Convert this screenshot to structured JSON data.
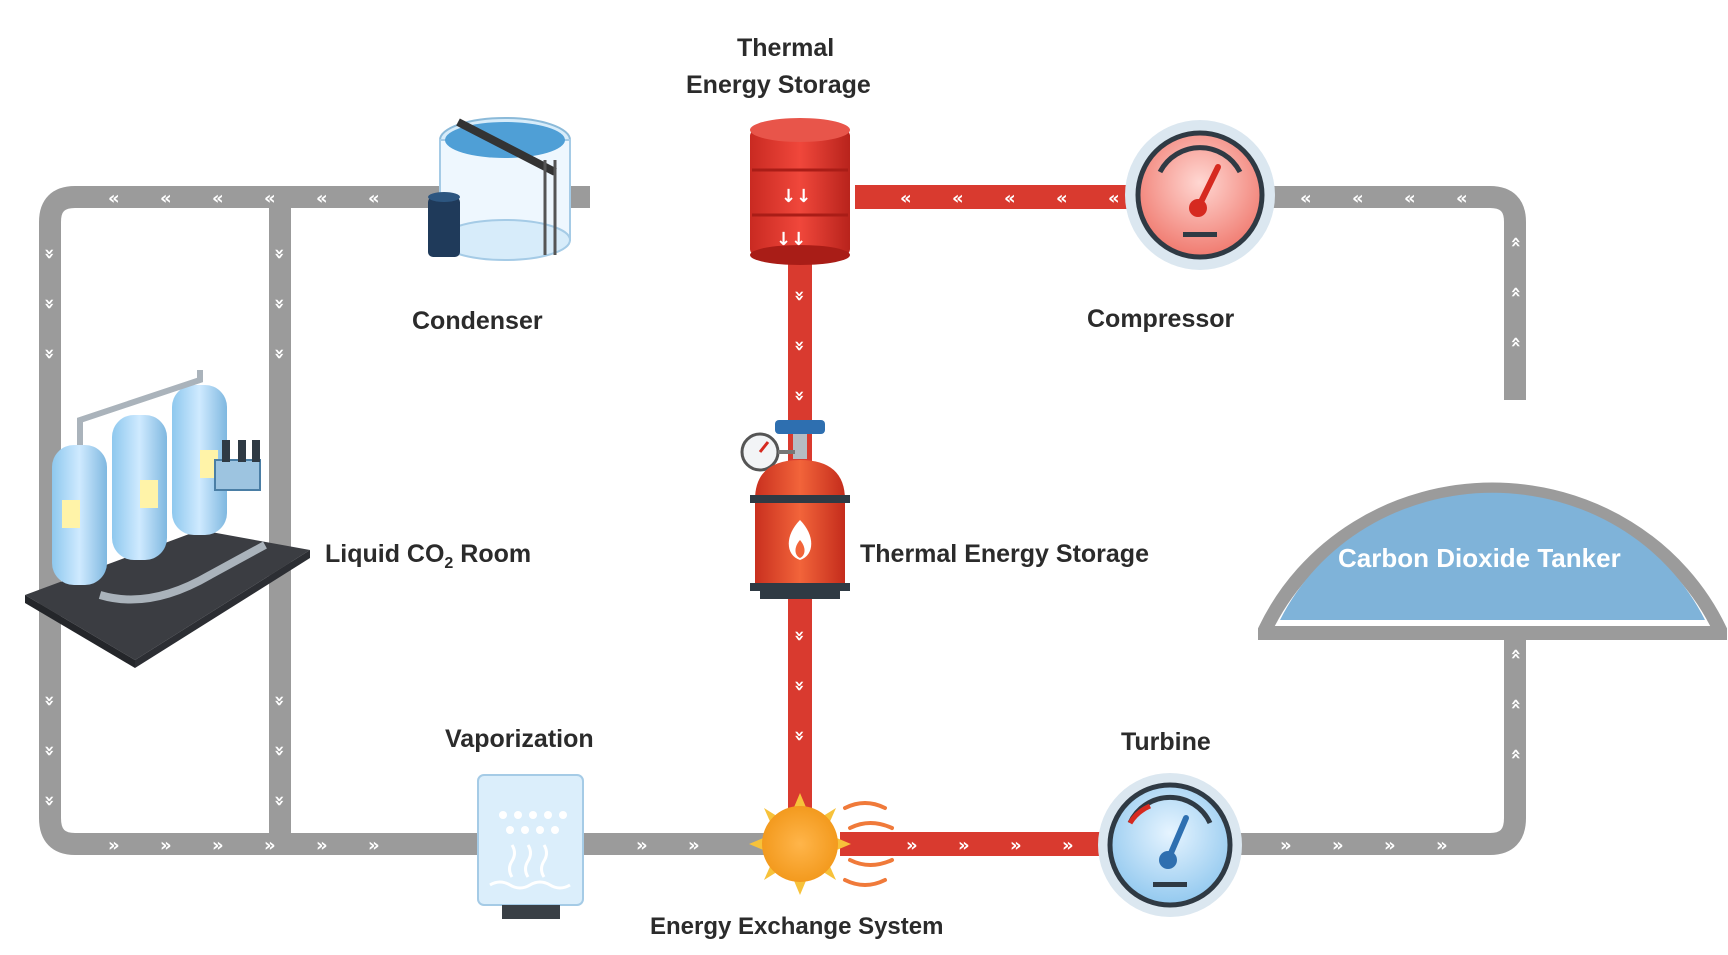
{
  "labels": {
    "thermal_top_line1": "Thermal",
    "thermal_top_line2": "Energy Storage",
    "condenser": "Condenser",
    "compressor": "Compressor",
    "liquid_co2_pre": "Liquid CO",
    "liquid_co2_sub": "2",
    "liquid_co2_post": " Room",
    "thermal_mid": "Thermal Energy Storage",
    "carbon_tanker": "Carbon Dioxide Tanker",
    "vaporization": "Vaporization",
    "turbine": "Turbine",
    "energy_exchange": "Energy Exchange System"
  },
  "colors": {
    "pipe_gray": "#9b9b9b",
    "pipe_red": "#d93a2f",
    "tanker_fill": "#7fb3d9",
    "tanker_stroke": "#9b9b9b",
    "label_text": "#2b2b2b"
  },
  "icons": [
    "condenser-tank-icon",
    "thermal-storage-drum-icon",
    "compressor-gauge-icon",
    "liquid-co2-room-icon",
    "gas-cylinder-icon",
    "vaporizer-icon",
    "sun-heat-icon",
    "turbine-gauge-icon"
  ]
}
